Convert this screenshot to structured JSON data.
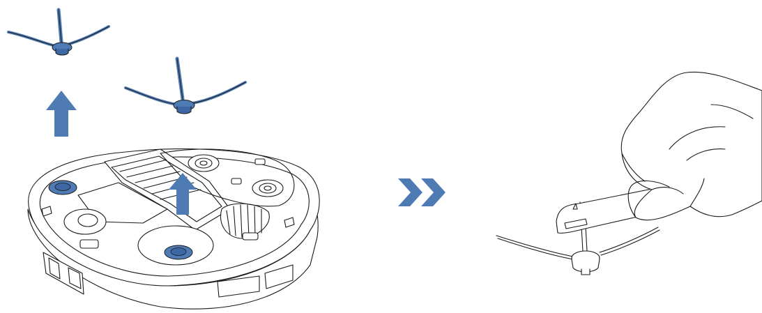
{
  "illustration": {
    "accent_color": "#4f7bb5",
    "accent_dark": "#2e5d96",
    "line_color": "#1a1a1a",
    "background": "#ffffff",
    "panels": [
      {
        "name": "remove-side-brushes",
        "items": [
          "robot-vacuum-bottom",
          "side-brush-left",
          "side-brush-right",
          "up-arrow-left",
          "up-arrow-center"
        ]
      },
      {
        "name": "step-transition",
        "items": [
          "double-chevron-icon"
        ]
      },
      {
        "name": "clean-brush-with-tool",
        "items": [
          "hand",
          "cleaning-tool",
          "side-brush"
        ]
      }
    ]
  }
}
